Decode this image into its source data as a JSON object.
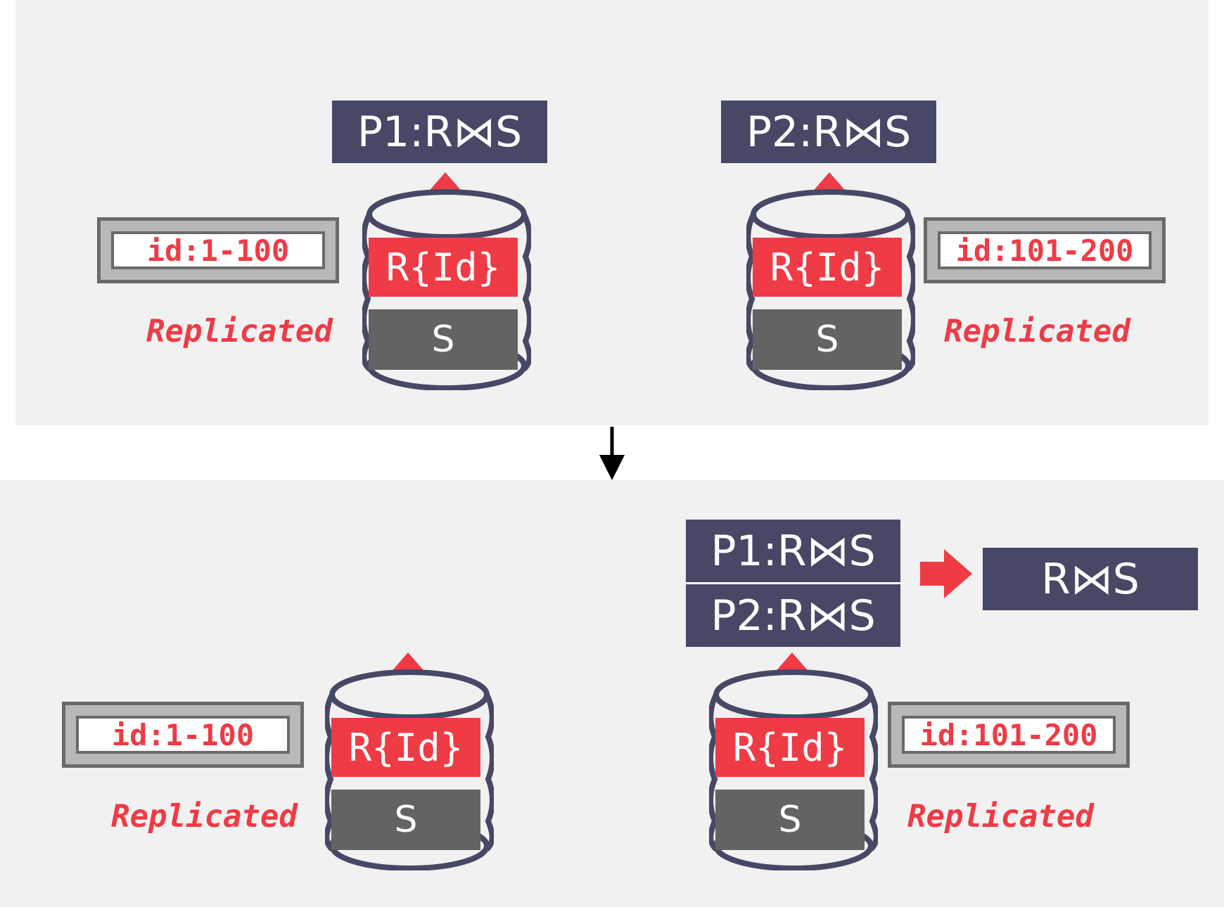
{
  "top": {
    "p1": {
      "label": "P1:R⋈S",
      "range": "id:1-100",
      "tag": "Replicated",
      "r": "R{Id}",
      "s": "S"
    },
    "p2": {
      "label": "P2:R⋈S",
      "range": "id:101-200",
      "tag": "Replicated",
      "r": "R{Id}",
      "s": "S"
    }
  },
  "bottom": {
    "p1": {
      "range": "id:1-100",
      "tag": "Replicated",
      "r": "R{Id}",
      "s": "S"
    },
    "p2": {
      "range": "id:101-200",
      "tag": "Replicated",
      "r": "R{Id}",
      "s": "S"
    },
    "stack": [
      "P1:R⋈S",
      "P2:R⋈S"
    ],
    "result": "R⋈S"
  },
  "colors": {
    "navy": "#464866",
    "red": "#ef3b45",
    "gray": "#636363",
    "panel": "#f1f1f1"
  }
}
